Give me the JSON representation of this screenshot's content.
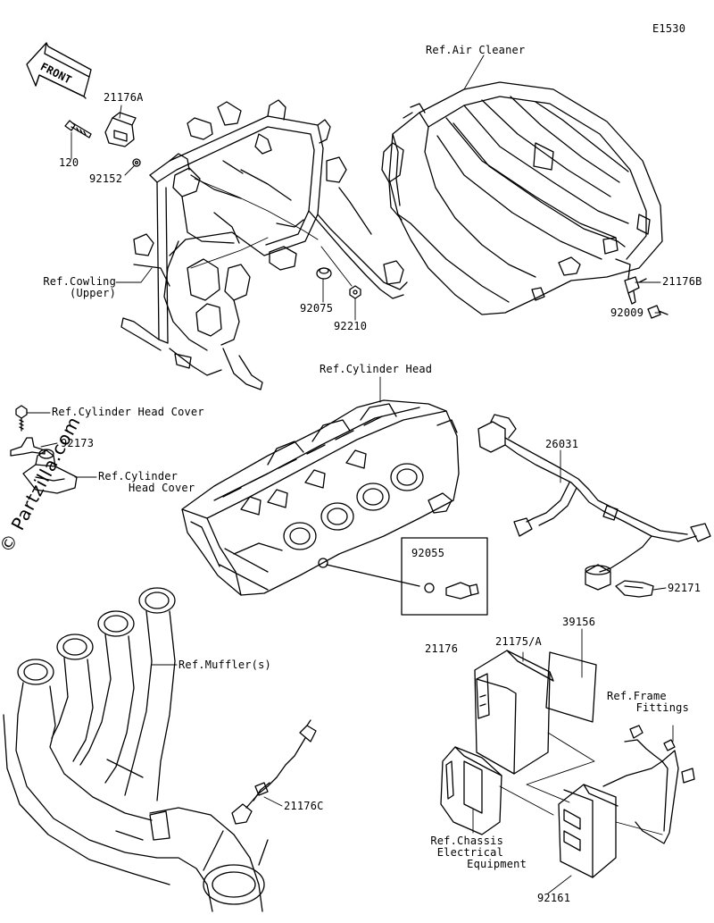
{
  "diagram_code": "E1530",
  "watermark": "© Partzilla.com",
  "front_marker": "FRONT",
  "labels": {
    "ref_air_cleaner": "Ref.Air Cleaner",
    "part_21176A": "21176A",
    "part_120": "120",
    "part_92152": "92152",
    "ref_cowling_line1": "Ref.Cowling",
    "ref_cowling_line2": "(Upper)",
    "part_92075": "92075",
    "part_92210": "92210",
    "part_21176B": "21176B",
    "part_92009": "92009",
    "ref_cylinder_head": "Ref.Cylinder Head",
    "ref_cyl_head_cover_1": "Ref.Cylinder Head Cover",
    "part_92173": "92173",
    "ref_cyl_head_cover_2_line1": "Ref.Cylinder",
    "ref_cyl_head_cover_2_line2": "Head Cover",
    "part_26031": "26031",
    "part_92055": "92055",
    "part_21176": "21176",
    "part_92171": "92171",
    "ref_mufflers": "Ref.Muffler(s)",
    "part_39156": "39156",
    "part_21175A": "21175/A",
    "ref_frame_line1": "Ref.Frame",
    "ref_frame_line2": "Fittings",
    "part_21176C": "21176C",
    "ref_chassis_line1": "Ref.Chassis",
    "ref_chassis_line2": "Electrical",
    "ref_chassis_line3": "Equipment",
    "part_92161": "92161"
  }
}
